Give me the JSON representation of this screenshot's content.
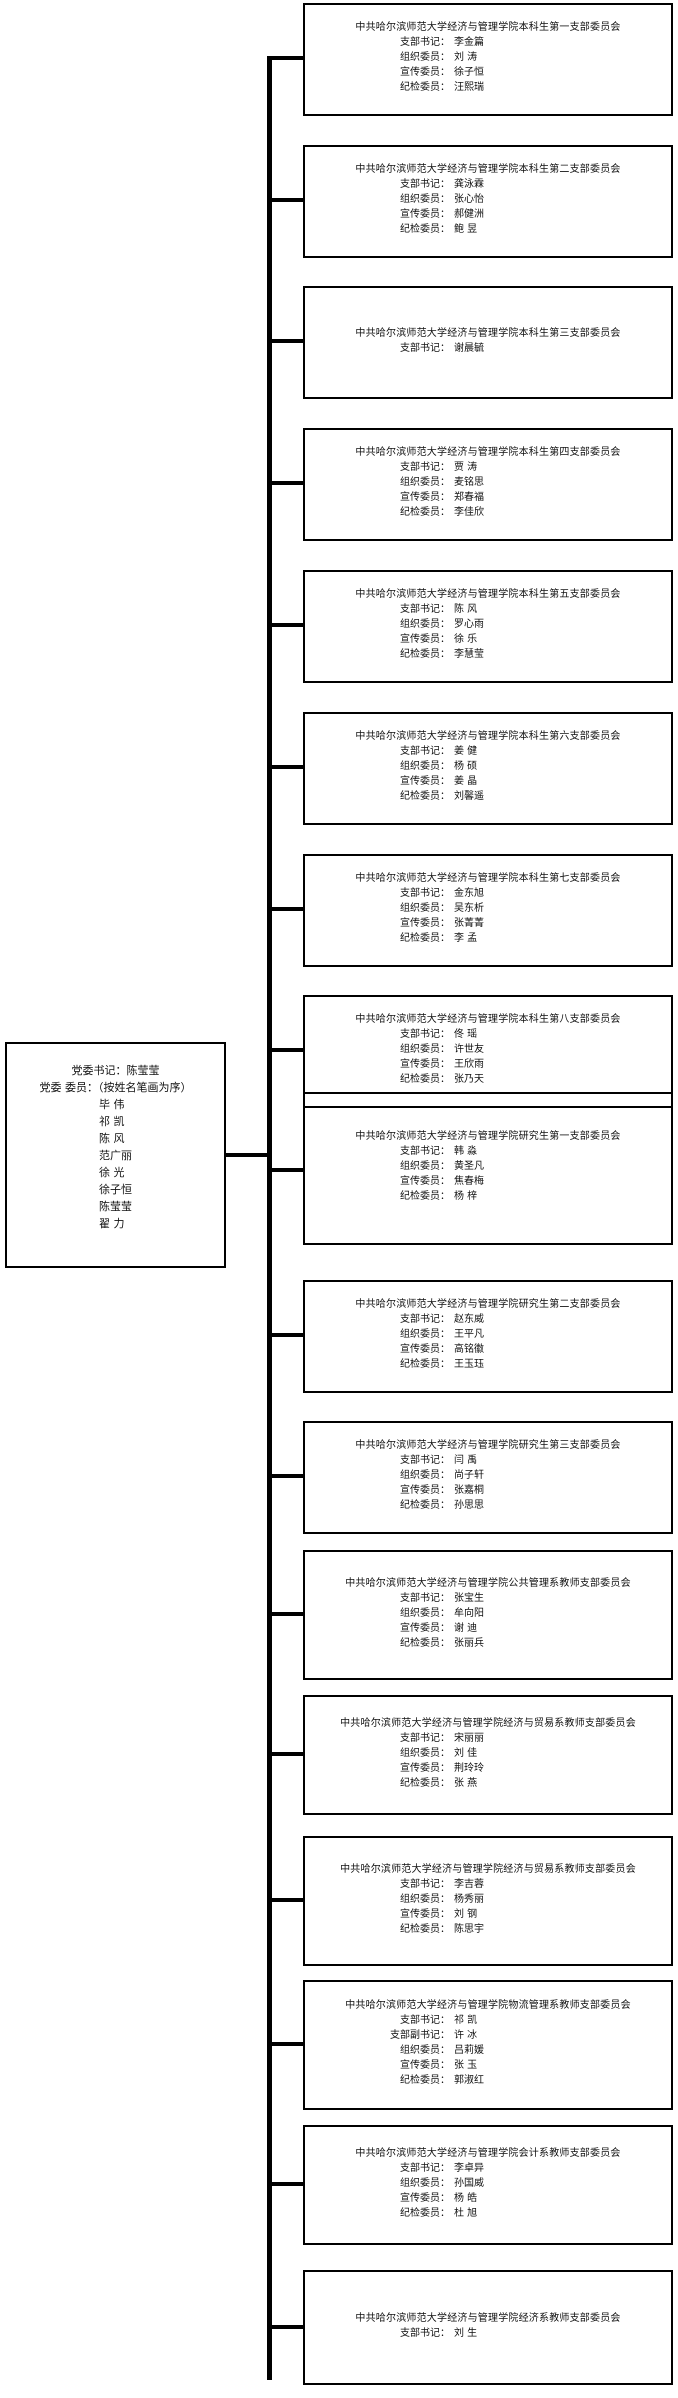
{
  "root": {
    "secretary_label": "党委书记：",
    "secretary": "陈莹莹",
    "members_label": "党委  委员：",
    "members_note": "（按姓名笔画为序）",
    "members": [
      "毕  伟",
      "祁  凯",
      "陈  风",
      "范广丽",
      "徐  光",
      "徐子恒",
      "陈莹莹",
      "翟  力"
    ]
  },
  "units": [
    {
      "title": "中共哈尔滨师范大学经济与管理学院本科生第一支部委员会",
      "roles": [
        {
          "label": "支部书记：",
          "name": "李金篇"
        },
        {
          "label": "组织委员：",
          "name": "刘  涛"
        },
        {
          "label": "宣传委员：",
          "name": "徐子恒"
        },
        {
          "label": "纪检委员：",
          "name": "汪熙瑞"
        }
      ]
    },
    {
      "title": "中共哈尔滨师范大学经济与管理学院本科生第二支部委员会",
      "roles": [
        {
          "label": "支部书记：",
          "name": "龚泳霖"
        },
        {
          "label": "组织委员：",
          "name": "张心怡"
        },
        {
          "label": "宣传委员：",
          "name": "郝健洲"
        },
        {
          "label": "纪检委员：",
          "name": "鲍  昱"
        }
      ]
    },
    {
      "title": "中共哈尔滨师范大学经济与管理学院本科生第三支部委员会",
      "roles": [
        {
          "label": "支部书记：",
          "name": "谢晨毓"
        }
      ]
    },
    {
      "title": "中共哈尔滨师范大学经济与管理学院本科生第四支部委员会",
      "roles": [
        {
          "label": "支部书记：",
          "name": "贾  涛"
        },
        {
          "label": "组织委员：",
          "name": "麦铭思"
        },
        {
          "label": "宣传委员：",
          "name": "郑春福"
        },
        {
          "label": "纪检委员：",
          "name": "李佳欣"
        }
      ]
    },
    {
      "title": "中共哈尔滨师范大学经济与管理学院本科生第五支部委员会",
      "roles": [
        {
          "label": "支部书记：",
          "name": "陈  风"
        },
        {
          "label": "组织委员：",
          "name": "罗心雨"
        },
        {
          "label": "宣传委员：",
          "name": "徐  乐"
        },
        {
          "label": "纪检委员：",
          "name": "李慧莹"
        }
      ]
    },
    {
      "title": "中共哈尔滨师范大学经济与管理学院本科生第六支部委员会",
      "roles": [
        {
          "label": "支部书记：",
          "name": "姜  健"
        },
        {
          "label": "组织委员：",
          "name": "杨  硕"
        },
        {
          "label": "宣传委员：",
          "name": "姜  晶"
        },
        {
          "label": "纪检委员：",
          "name": "刘馨遥"
        }
      ]
    },
    {
      "title": "中共哈尔滨师范大学经济与管理学院本科生第七支部委员会",
      "roles": [
        {
          "label": "支部书记：",
          "name": "金东旭"
        },
        {
          "label": "组织委员：",
          "name": "吴东析"
        },
        {
          "label": "宣传委员：",
          "name": "张菁菁"
        },
        {
          "label": "纪检委员：",
          "name": "李  孟"
        }
      ]
    },
    {
      "title": "中共哈尔滨师范大学经济与管理学院本科生第八支部委员会",
      "roles": [
        {
          "label": "支部书记：",
          "name": "佟  瑶"
        },
        {
          "label": "组织委员：",
          "name": "许世友"
        },
        {
          "label": "宣传委员：",
          "name": "王欣雨"
        },
        {
          "label": "纪检委员：",
          "name": "张乃天"
        }
      ]
    },
    {
      "title": "中共哈尔滨师范大学经济与管理学院研究生第一支部委员会",
      "roles": [
        {
          "label": "支部书记：",
          "name": "韩  淼"
        },
        {
          "label": "组织委员：",
          "name": "黄圣凡"
        },
        {
          "label": "宣传委员：",
          "name": "焦春梅"
        },
        {
          "label": "纪检委员：",
          "name": "杨  梓"
        }
      ]
    },
    {
      "title": "中共哈尔滨师范大学经济与管理学院研究生第二支部委员会",
      "roles": [
        {
          "label": "支部书记：",
          "name": "赵东威"
        },
        {
          "label": "组织委员：",
          "name": "王平凡"
        },
        {
          "label": "宣传委员：",
          "name": "高铭徽"
        },
        {
          "label": "纪检委员：",
          "name": "王玉珏"
        }
      ]
    },
    {
      "title": "中共哈尔滨师范大学经济与管理学院研究生第三支部委员会",
      "roles": [
        {
          "label": "支部书记：",
          "name": "闫  禹"
        },
        {
          "label": "组织委员：",
          "name": "尚子轩"
        },
        {
          "label": "宣传委员：",
          "name": "张嘉桐"
        },
        {
          "label": "纪检委员：",
          "name": "孙思思"
        }
      ]
    },
    {
      "title": "中共哈尔滨师范大学经济与管理学院公共管理系教师支部委员会",
      "roles": [
        {
          "label": "支部书记：",
          "name": "张宝生"
        },
        {
          "label": "组织委员：",
          "name": "牟向阳"
        },
        {
          "label": "宣传委员：",
          "name": "谢  迪"
        },
        {
          "label": "纪检委员：",
          "name": "张丽兵"
        }
      ]
    },
    {
      "title": "中共哈尔滨师范大学经济与管理学院经济与贸易系教师支部委员会",
      "roles": [
        {
          "label": "支部书记：",
          "name": "宋丽丽"
        },
        {
          "label": "组织委员：",
          "name": "刘  佳"
        },
        {
          "label": "宣传委员：",
          "name": "荆玲玲"
        },
        {
          "label": "纪检委员：",
          "name": "张  燕"
        }
      ]
    },
    {
      "title": "中共哈尔滨师范大学经济与管理学院经济与贸易系教师支部委员会",
      "roles": [
        {
          "label": "支部书记：",
          "name": "李吉蓉"
        },
        {
          "label": "组织委员：",
          "name": "杨秀丽"
        },
        {
          "label": "宣传委员：",
          "name": "刘  钢"
        },
        {
          "label": "纪检委员：",
          "name": "陈思宇"
        }
      ]
    },
    {
      "title": "中共哈尔滨师范大学经济与管理学院物流管理系教师支部委员会",
      "roles": [
        {
          "label": "支部书记：",
          "name": "祁  凯"
        },
        {
          "label": "支部副书记：",
          "name": "许  冰"
        },
        {
          "label": "组织委员：",
          "name": "吕莉媛"
        },
        {
          "label": "宣传委员：",
          "name": "张  玉"
        },
        {
          "label": "纪检委员：",
          "name": "郭淑红"
        }
      ]
    },
    {
      "title": "中共哈尔滨师范大学经济与管理学院会计系教师支部委员会",
      "roles": [
        {
          "label": "支部书记：",
          "name": "李卓异"
        },
        {
          "label": "组织委员：",
          "name": "孙国威"
        },
        {
          "label": "宣传委员：",
          "name": "杨  皓"
        },
        {
          "label": "纪检委员：",
          "name": "杜  旭"
        }
      ]
    },
    {
      "title": "中共哈尔滨师范大学经济与管理学院经济系教师支部委员会",
      "roles": [
        {
          "label": "支部书记：",
          "name": "刘  生"
        }
      ]
    }
  ]
}
